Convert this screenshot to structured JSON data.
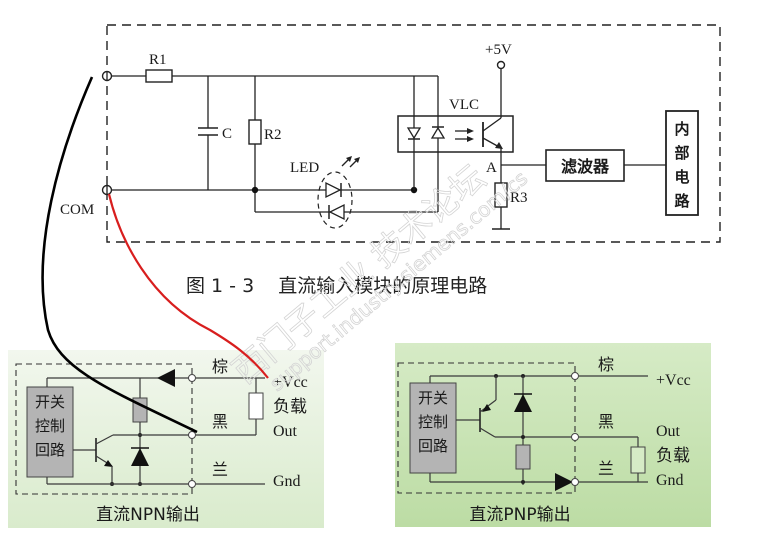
{
  "top_circuit": {
    "labels": {
      "r1": "R1",
      "c": "C",
      "r2": "R2",
      "led": "LED",
      "com": "COM",
      "plus5v": "+5V",
      "vlc": "VLC",
      "node_a": "A",
      "r3": "R3",
      "filter": "滤波器",
      "internal_circuit": [
        "内",
        "部",
        "电",
        "路"
      ]
    },
    "caption": "图 1 - 3    直流输入模块的原理电路"
  },
  "npn_panel": {
    "control_block": [
      "开关",
      "控制",
      "回路"
    ],
    "wire_colors": {
      "brown": "棕",
      "black": "黑",
      "blue": "兰"
    },
    "terminals": {
      "vcc": "+Vcc",
      "load": "负载",
      "out": "Out",
      "gnd": "Gnd"
    },
    "caption": "直流NPN输出",
    "background": "#e4f0dc"
  },
  "pnp_panel": {
    "control_block": [
      "开关",
      "控制",
      "回路"
    ],
    "wire_colors": {
      "brown": "棕",
      "black": "黑",
      "blue": "兰"
    },
    "terminals": {
      "vcc": "+Vcc",
      "out": "Out",
      "load": "负载",
      "gnd": "Gnd"
    },
    "caption": "直流PNP输出",
    "background": "#c9e3b4"
  },
  "annotations": {
    "black_wire_color": "#000000",
    "red_wire_color": "#d81e1e"
  },
  "watermark": {
    "line1": "西门子工业  技术论坛",
    "line2": "support.industry.siemens.com/cs"
  }
}
